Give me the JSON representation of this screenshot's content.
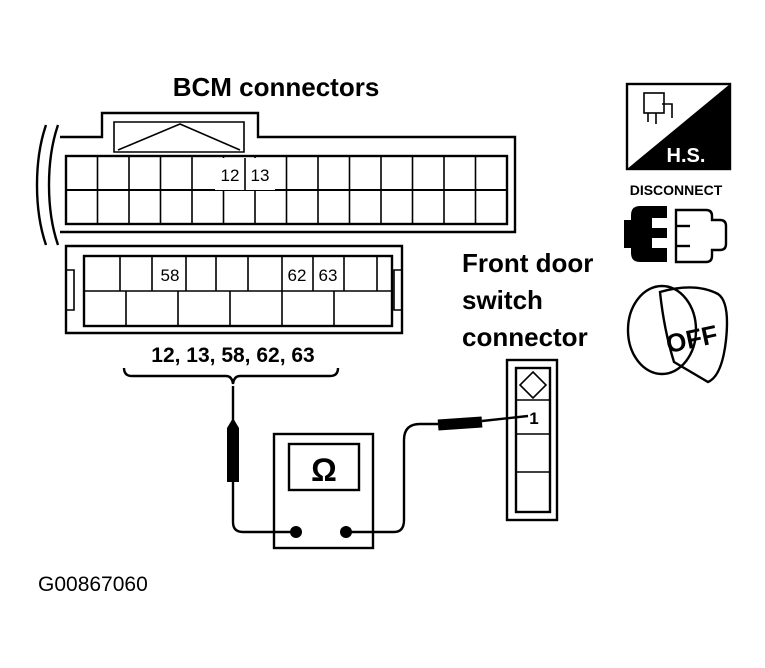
{
  "title": "BCM connectors",
  "bcm_upper_pins": [
    "12",
    "13"
  ],
  "bcm_lower_pins": [
    "58",
    "62",
    "63"
  ],
  "pin_range_label": "12, 13, 58, 62, 63",
  "front_door": {
    "line1": "Front door",
    "line2": "switch",
    "line3": "connector",
    "pin": "1"
  },
  "meter_symbol": "Ω",
  "icons": {
    "hs_label": "H.S.",
    "disconnect_label": "DISCONNECT",
    "ignition_label": "OFF"
  },
  "figure_code": "G00867060"
}
